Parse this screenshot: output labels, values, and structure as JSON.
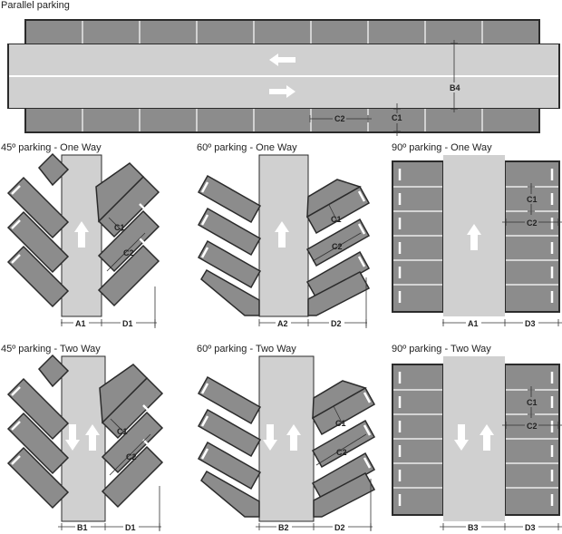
{
  "colors": {
    "background": "#ffffff",
    "stall": "#8c8c8c",
    "aisle": "#d0d0d0",
    "outline": "#2b2b2b",
    "marking": "#ffffff",
    "dimension": "#333333"
  },
  "parallel": {
    "title": "Parallel parking",
    "labels": {
      "b4": "B4",
      "c1": "C1",
      "c2": "C2"
    }
  },
  "p45_one": {
    "title": "45º parking - One Way",
    "labels": {
      "c1": "C1",
      "c2": "C2",
      "a": "A1",
      "d": "D1"
    }
  },
  "p60_one": {
    "title": "60º parking - One Way",
    "labels": {
      "c1": "C1",
      "c2": "C2",
      "a": "A2",
      "d": "D2"
    }
  },
  "p90_one": {
    "title": "90º parking - One Way",
    "labels": {
      "c1": "C1",
      "c2": "C2",
      "a": "A1",
      "d": "D3"
    }
  },
  "p45_two": {
    "title": "45º parking - Two Way",
    "labels": {
      "c1": "C1",
      "c2": "C2",
      "a": "B1",
      "d": "D1"
    }
  },
  "p60_two": {
    "title": "60º parking - Two Way",
    "labels": {
      "c1": "C1",
      "c2": "C2",
      "a": "B2",
      "d": "D2"
    }
  },
  "p90_two": {
    "title": "90º parking - Two Way",
    "labels": {
      "c1": "C1",
      "c2": "C2",
      "a": "B3",
      "d": "D3"
    }
  }
}
